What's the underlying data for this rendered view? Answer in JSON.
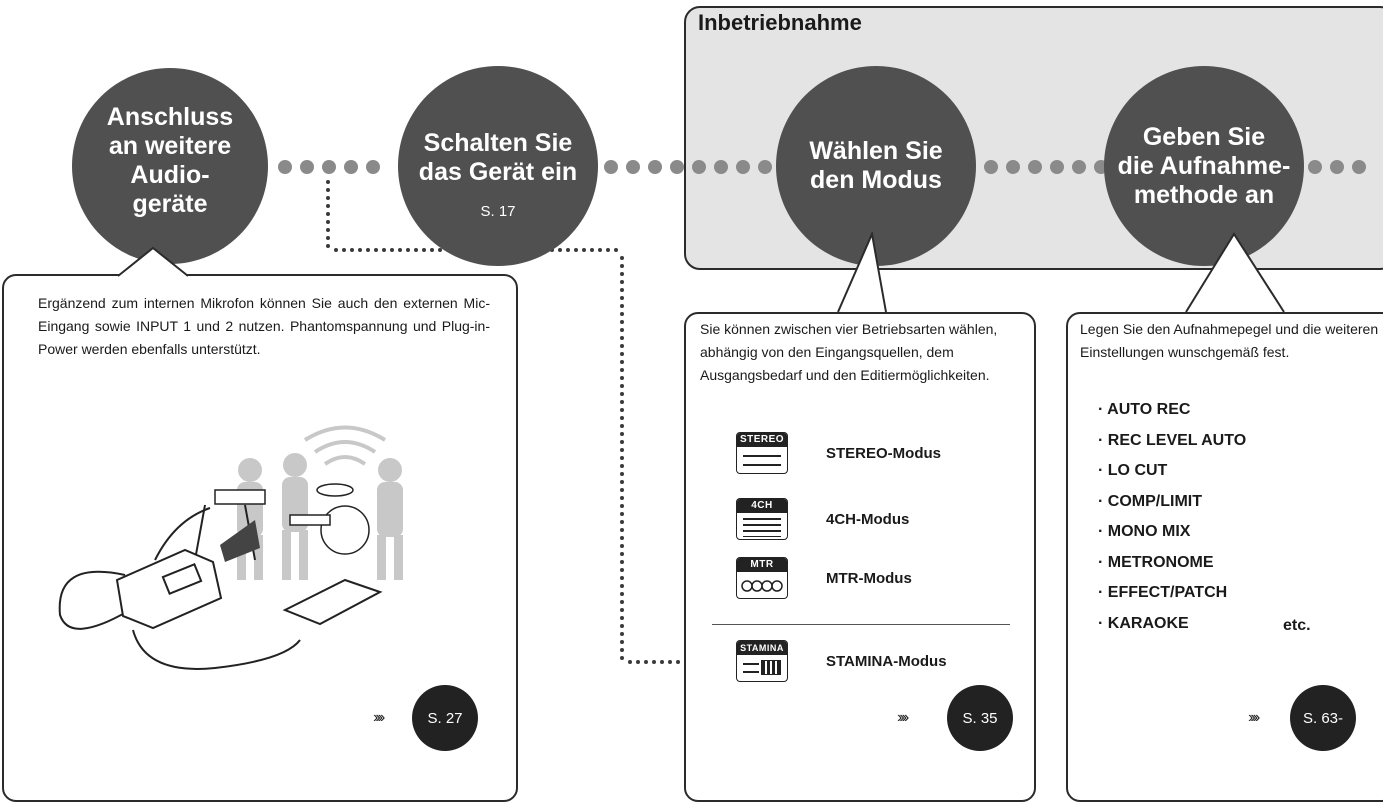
{
  "section_title": "Inbetriebnahme",
  "steps": [
    {
      "title": "Anschluss\nan weitere\nAudio-\ngeräte",
      "page": ""
    },
    {
      "title": "Schalten Sie\ndas Gerät ein",
      "page": "S. 17"
    },
    {
      "title": "Wählen Sie\nden Modus",
      "page": ""
    },
    {
      "title": "Geben Sie\ndie Aufnahme-\nmethode an",
      "page": ""
    }
  ],
  "panels": {
    "connect": {
      "text": "Ergänzend zum internen Mikrofon können Sie auch den externen Mic-Eingang sowie INPUT 1 und 2 nutzen. Phantomspannung und Plug-in-Power werden ebenfalls unterstützt.",
      "arrows": "››››",
      "page_ref": "S. 27"
    },
    "mode": {
      "text": "Sie können zwischen vier Betriebsarten wählen, abhängig von den Eingangsquellen, dem Ausgangsbedarf und den Editiermöglichkeiten.",
      "modes": [
        {
          "icon": "STEREO",
          "label": "STEREO-Modus"
        },
        {
          "icon": "4CH",
          "label": "4CH-Modus"
        },
        {
          "icon": "MTR",
          "label": "MTR-Modus"
        },
        {
          "icon": "STAMINA",
          "label": "STAMINA-Modus"
        }
      ],
      "arrows": "››››",
      "page_ref": "S. 35"
    },
    "method": {
      "text": "Legen Sie den Aufnahmepegel und die weiteren Einstellungen wunschgemäß fest.",
      "items": [
        "AUTO REC",
        "REC LEVEL AUTO",
        "LO CUT",
        "COMP/LIMIT",
        "MONO MIX",
        "METRONOME",
        "EFFECT/PATCH",
        "KARAOKE"
      ],
      "etc": "etc.",
      "arrows": "››››",
      "page_ref": "S. 63-"
    }
  },
  "colors": {
    "circle": "#505050",
    "section_bg": "#e4e4e4",
    "dots": "#8a8a8a"
  }
}
